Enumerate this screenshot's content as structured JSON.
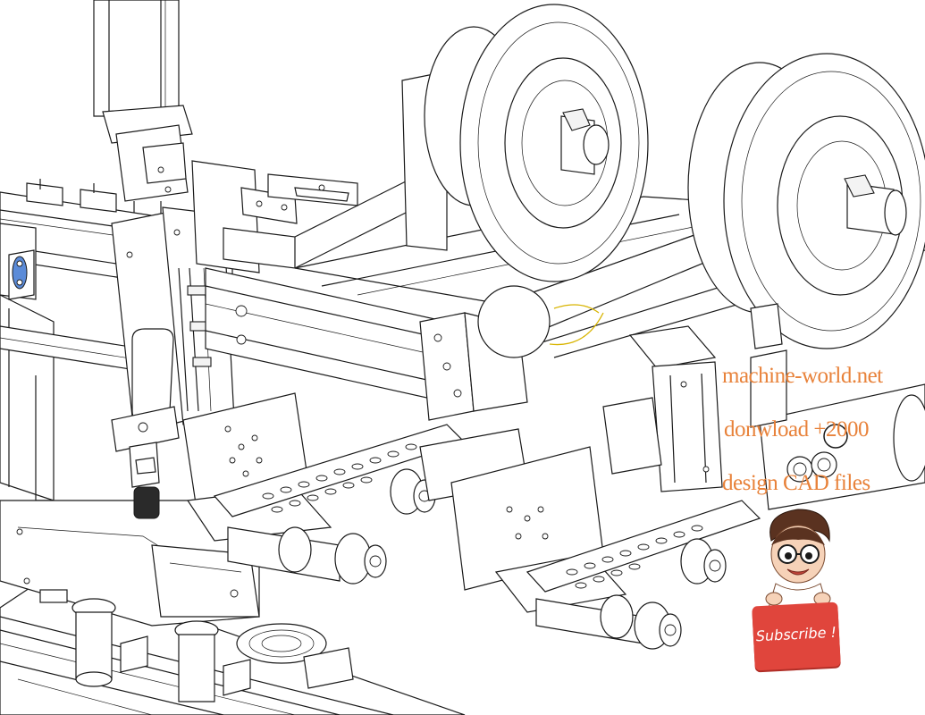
{
  "watermark": {
    "line1": "machine-world.net",
    "line2": "donwload +2000",
    "line3": "design CAD files",
    "color": "#e8823a"
  },
  "subscribe": {
    "label": "Subscribe !",
    "color": "#e0453c"
  },
  "mascot_icon": "cartoon-character-icon"
}
